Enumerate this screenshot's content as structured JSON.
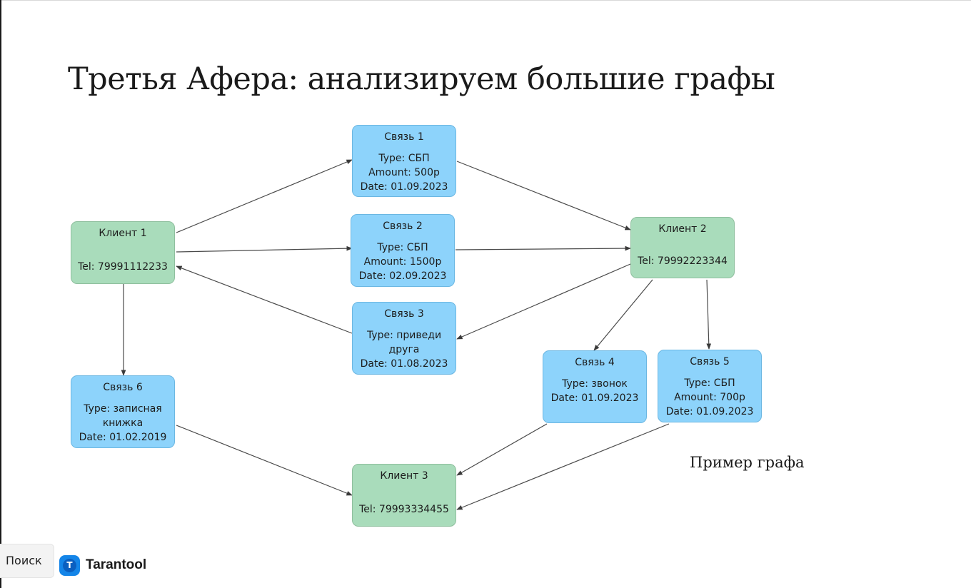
{
  "slide": {
    "title": "Третья Афера: анализируем большие графы",
    "caption": "Пример графа"
  },
  "graph": {
    "nodes": [
      {
        "id": "klient1",
        "kind": "client",
        "title": "Клиент 1",
        "lines": [
          "Tel: 79991112233"
        ]
      },
      {
        "id": "klient2",
        "kind": "client",
        "title": "Клиент 2",
        "lines": [
          "Tel: 79992223344"
        ]
      },
      {
        "id": "klient3",
        "kind": "client",
        "title": "Клиент 3",
        "lines": [
          "Tel: 79993334455"
        ]
      },
      {
        "id": "svyaz1",
        "kind": "link",
        "title": "Связь 1",
        "lines": [
          "Type: СБП",
          "Amount: 500р",
          "Date: 01.09.2023"
        ]
      },
      {
        "id": "svyaz2",
        "kind": "link",
        "title": "Связь 2",
        "lines": [
          "Type: СБП",
          "Amount: 1500р",
          "Date: 02.09.2023"
        ]
      },
      {
        "id": "svyaz3",
        "kind": "link",
        "title": "Связь 3",
        "lines": [
          "Type: приведи",
          "друга",
          "Date: 01.08.2023"
        ]
      },
      {
        "id": "svyaz4",
        "kind": "link",
        "title": "Связь 4",
        "lines": [
          "Type: звонок",
          "Date: 01.09.2023"
        ]
      },
      {
        "id": "svyaz5",
        "kind": "link",
        "title": "Связь 5",
        "lines": [
          "Type: СБП",
          "Amount: 700р",
          "Date: 01.09.2023"
        ]
      },
      {
        "id": "svyaz6",
        "kind": "link",
        "title": "Связь 6",
        "lines": [
          "Type: записная",
          "книжка",
          "Date: 01.02.2019"
        ]
      }
    ],
    "edges": [
      {
        "from": "klient1",
        "to": "svyaz1"
      },
      {
        "from": "svyaz1",
        "to": "klient2"
      },
      {
        "from": "klient1",
        "to": "svyaz2"
      },
      {
        "from": "svyaz2",
        "to": "klient2"
      },
      {
        "from": "klient2",
        "to": "svyaz3"
      },
      {
        "from": "svyaz3",
        "to": "klient1"
      },
      {
        "from": "klient2",
        "to": "svyaz4"
      },
      {
        "from": "klient2",
        "to": "svyaz5"
      },
      {
        "from": "svyaz4",
        "to": "klient3"
      },
      {
        "from": "svyaz5",
        "to": "klient3"
      },
      {
        "from": "klient1",
        "to": "svyaz6"
      },
      {
        "from": "svyaz6",
        "to": "klient3"
      }
    ],
    "colors": {
      "client_fill": "#a9dcbb",
      "link_fill": "#8dd3fb",
      "edge": "#4a4a4a"
    }
  },
  "footer": {
    "search_label": "Поиск",
    "brand_name": "Tarantool",
    "brand_icon": "tarantool-logo-icon",
    "search_icon": "none"
  }
}
